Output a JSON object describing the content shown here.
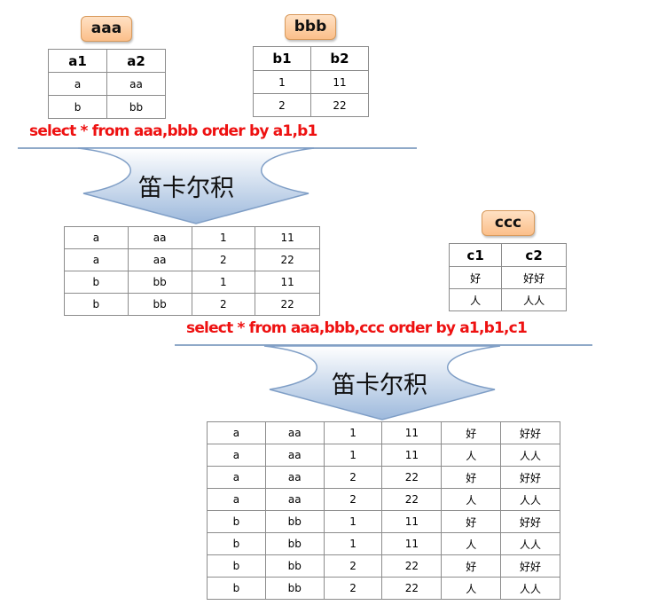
{
  "tables": {
    "aaa": {
      "name": "aaa",
      "headers": [
        "a1",
        "a2"
      ],
      "rows": [
        [
          "a",
          "aa"
        ],
        [
          "b",
          "bb"
        ]
      ]
    },
    "bbb": {
      "name": "bbb",
      "headers": [
        "b1",
        "b2"
      ],
      "rows": [
        [
          "1",
          "11"
        ],
        [
          "2",
          "22"
        ]
      ]
    },
    "ccc": {
      "name": "ccc",
      "headers": [
        "c1",
        "c2"
      ],
      "rows": [
        [
          "好",
          "好好"
        ],
        [
          "人",
          "人人"
        ]
      ]
    }
  },
  "queries": {
    "first": "select * from aaa,bbb order by a1,b1",
    "second": "select * from aaa,bbb,ccc order by a1,b1,c1"
  },
  "arrows": {
    "first_label": "笛卡尔积",
    "second_label": "笛卡尔积",
    "fill_top": "#ffffff",
    "fill_bottom": "#9db9dc",
    "stroke": "#7f9ec6"
  },
  "results": {
    "product_ab": [
      [
        "a",
        "aa",
        "1",
        "11"
      ],
      [
        "a",
        "aa",
        "2",
        "22"
      ],
      [
        "b",
        "bb",
        "1",
        "11"
      ],
      [
        "b",
        "bb",
        "2",
        "22"
      ]
    ],
    "product_abc": [
      [
        "a",
        "aa",
        "1",
        "11",
        "好",
        "好好"
      ],
      [
        "a",
        "aa",
        "1",
        "11",
        "人",
        "人人"
      ],
      [
        "a",
        "aa",
        "2",
        "22",
        "好",
        "好好"
      ],
      [
        "a",
        "aa",
        "2",
        "22",
        "人",
        "人人"
      ],
      [
        "b",
        "bb",
        "1",
        "11",
        "好",
        "好好"
      ],
      [
        "b",
        "bb",
        "1",
        "11",
        "人",
        "人人"
      ],
      [
        "b",
        "bb",
        "2",
        "22",
        "好",
        "好好"
      ],
      [
        "b",
        "bb",
        "2",
        "22",
        "人",
        "人人"
      ]
    ]
  },
  "colors": {
    "sql_text": "#ee1111",
    "tag_fill": "#fbbf8a",
    "grid_line": "#8c8c8c"
  }
}
